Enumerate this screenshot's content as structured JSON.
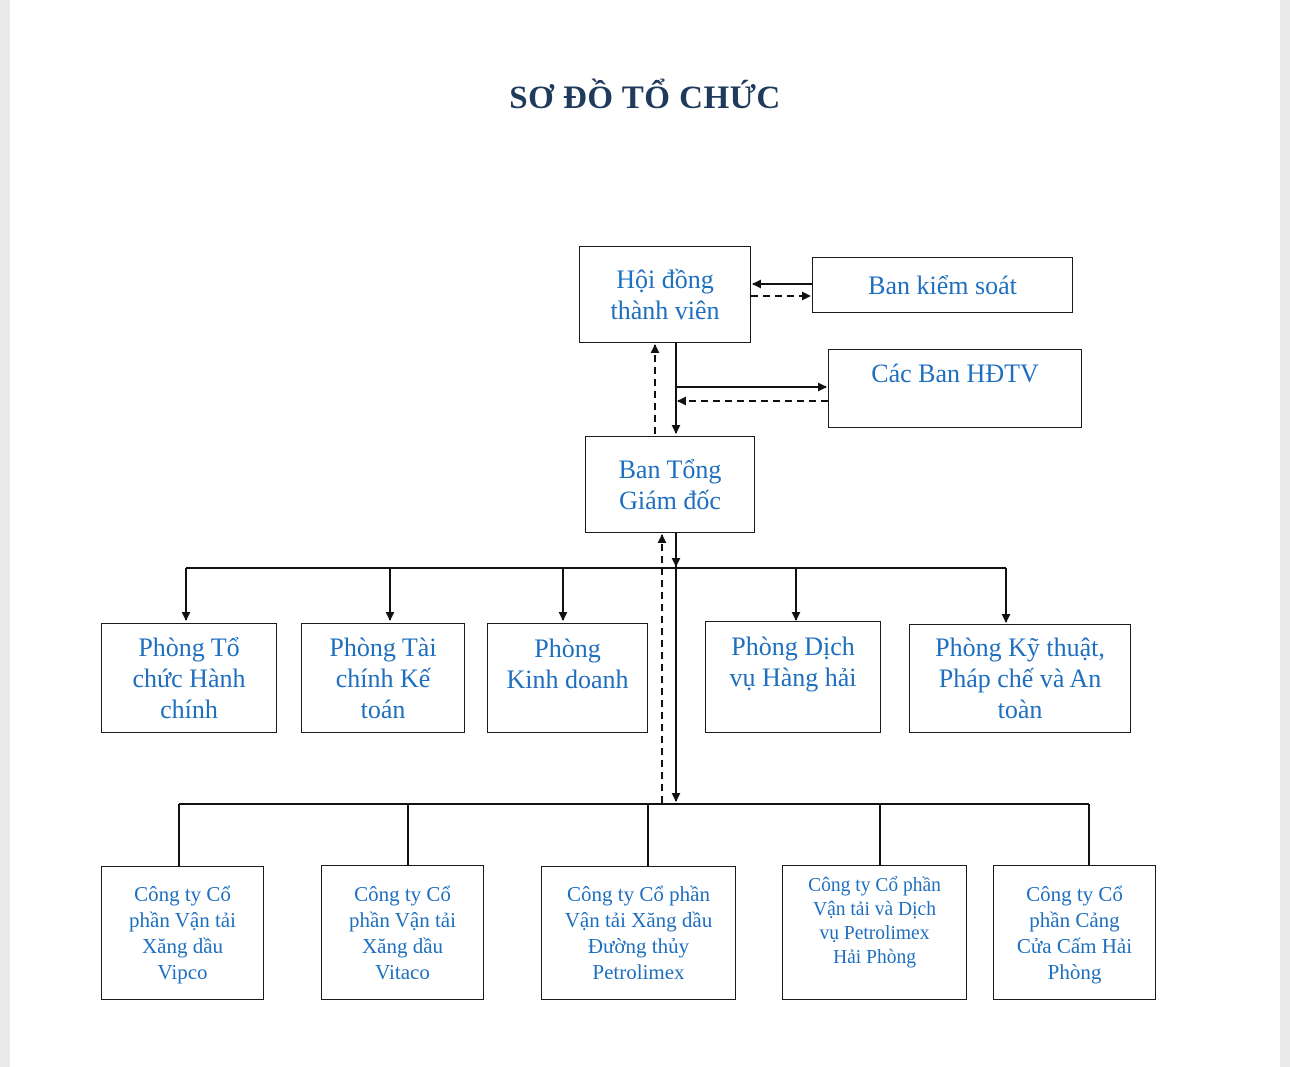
{
  "title": "SƠ ĐỒ TỔ CHỨC",
  "nodes": {
    "hoi_dong": "Hội đồng\nthành viên",
    "ban_kiem_soat": "Ban kiểm soát",
    "cac_ban_hdtv": "Các Ban HĐTV",
    "ban_tong_giam_doc": "Ban Tổng\nGiám đốc",
    "departments": [
      "Phòng Tổ\nchức Hành\nchính",
      "Phòng Tài\nchính Kế\ntoán",
      "Phòng\nKinh doanh",
      "Phòng Dịch\nvụ Hàng hải",
      "Phòng Kỹ thuật,\nPháp chế và An\ntoàn"
    ],
    "companies": [
      "Công ty Cổ\nphần Vận tải\nXăng dầu\nVipco",
      "Công ty Cổ\nphần Vận tải\nXăng dầu\nVitaco",
      "Công ty Cổ phần\nVận tải Xăng dầu\nĐường thủy\nPetrolimex",
      "Công ty Cổ phần\nVận tải và Dịch\nvụ Petrolimex\nHải Phòng",
      "Công ty Cổ\nphần Cảng\nCửa Cấm Hải\nPhòng"
    ]
  },
  "colors": {
    "title": "#1f3b5c",
    "box_text": "#1f6fbf",
    "line": "#111111"
  }
}
